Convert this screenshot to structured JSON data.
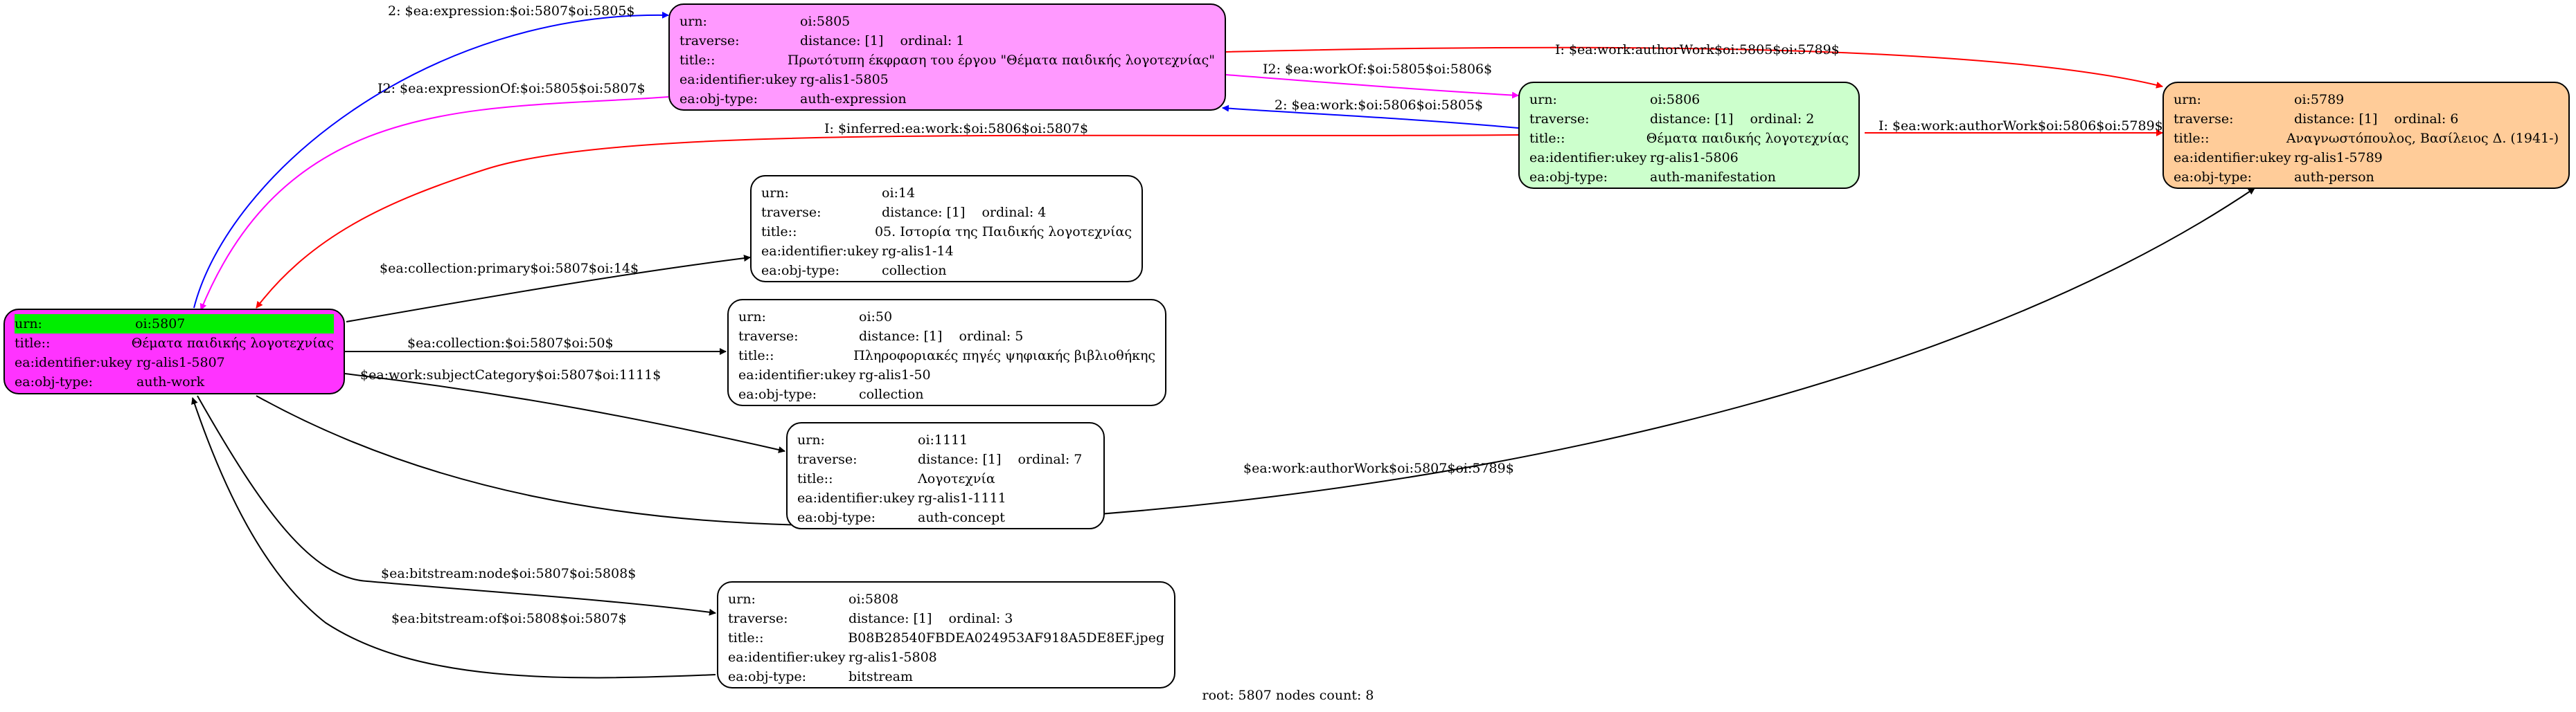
{
  "colors": {
    "root_fill": "#ff33ff",
    "expression_fill": "#ff99ff",
    "manifestation_fill": "#ccffcc",
    "person_fill": "#ffcc99",
    "highlight": "#00ee00",
    "edge_blue": "#0000ff",
    "edge_magenta": "#ff00ff",
    "edge_red": "#ff0000",
    "edge_black": "#000000"
  },
  "nodes": {
    "n5807": {
      "urn_key": "urn:",
      "urn": "oi:5807",
      "title_key": "title::",
      "title": "Θέματα παιδικής λογοτεχνίας",
      "ukey_key": "ea:identifier:ukey",
      "ukey": "rg-alis1-5807",
      "type_key": "ea:obj-type:",
      "type": "auth-work"
    },
    "n5805": {
      "urn_key": "urn:",
      "urn": "oi:5805",
      "traverse_key": "traverse:",
      "distance": "distance: [1]",
      "ordinal": "ordinal: 1",
      "title_key": "title::",
      "title": "Πρωτότυπη έκφραση του έργου \"Θέματα παιδικής λογοτεχνίας\"",
      "ukey_key": "ea:identifier:ukey",
      "ukey": "rg-alis1-5805",
      "type_key": "ea:obj-type:",
      "type": "auth-expression"
    },
    "n5806": {
      "urn_key": "urn:",
      "urn": "oi:5806",
      "traverse_key": "traverse:",
      "distance": "distance: [1]",
      "ordinal": "ordinal: 2",
      "title_key": "title::",
      "title": "Θέματα παιδικής λογοτεχνίας",
      "ukey_key": "ea:identifier:ukey",
      "ukey": "rg-alis1-5806",
      "type_key": "ea:obj-type:",
      "type": "auth-manifestation"
    },
    "n5789": {
      "urn_key": "urn:",
      "urn": "oi:5789",
      "traverse_key": "traverse:",
      "distance": "distance: [1]",
      "ordinal": "ordinal: 6",
      "title_key": "title::",
      "title": "Αναγνωστόπουλος, Βασίλειος Δ. (1941-)",
      "ukey_key": "ea:identifier:ukey",
      "ukey": "rg-alis1-5789",
      "type_key": "ea:obj-type:",
      "type": "auth-person"
    },
    "n14": {
      "urn_key": "urn:",
      "urn": "oi:14",
      "traverse_key": "traverse:",
      "distance": "distance: [1]",
      "ordinal": "ordinal: 4",
      "title_key": "title::",
      "title": "05. Ιστορία της Παιδικής λογοτεχνίας",
      "ukey_key": "ea:identifier:ukey",
      "ukey": "rg-alis1-14",
      "type_key": "ea:obj-type:",
      "type": "collection"
    },
    "n50": {
      "urn_key": "urn:",
      "urn": "oi:50",
      "traverse_key": "traverse:",
      "distance": "distance: [1]",
      "ordinal": "ordinal: 5",
      "title_key": "title::",
      "title": "Πληροφοριακές πηγές ψηφιακής βιβλιοθήκης",
      "ukey_key": "ea:identifier:ukey",
      "ukey": "rg-alis1-50",
      "type_key": "ea:obj-type:",
      "type": "collection"
    },
    "n1111": {
      "urn_key": "urn:",
      "urn": "oi:1111",
      "traverse_key": "traverse:",
      "distance": "distance: [1]",
      "ordinal": "ordinal: 7",
      "title_key": "title::",
      "title": "Λογοτεχνία",
      "ukey_key": "ea:identifier:ukey",
      "ukey": "rg-alis1-1111",
      "type_key": "ea:obj-type:",
      "type": "auth-concept"
    },
    "n5808": {
      "urn_key": "urn:",
      "urn": "oi:5808",
      "traverse_key": "traverse:",
      "distance": "distance: [1]",
      "ordinal": "ordinal: 3",
      "title_key": "title::",
      "title": "B08B28540FBDEA024953AF918A5DE8EF.jpeg",
      "ukey_key": "ea:identifier:ukey",
      "ukey": "rg-alis1-5808",
      "type_key": "ea:obj-type:",
      "type": "bitstream"
    }
  },
  "edges": {
    "expression": "2: $ea:expression:$oi:5807$oi:5805$",
    "expressionOf": "I2: $ea:expressionOf:$oi:5805$oi:5807$",
    "workOf": "I2: $ea:workOf:$oi:5805$oi:5806$",
    "work": "2: $ea:work:$oi:5806$oi:5805$",
    "authorWork_5805": "I: $ea:work:authorWork$oi:5805$oi:5789$",
    "authorWork_5806": "I: $ea:work:authorWork$oi:5806$oi:5789$",
    "inferred": "I: $inferred:ea:work:$oi:5806$oi:5807$",
    "collection_primary": "$ea:collection:primary$oi:5807$oi:14$",
    "collection": "$ea:collection:$oi:5807$oi:50$",
    "subjectCategory": "$ea:work:subjectCategory$oi:5807$oi:1111$",
    "authorWork_5807": "$ea:work:authorWork$oi:5807$oi:5789$",
    "bitstream_node": "$ea:bitstream:node$oi:5807$oi:5808$",
    "bitstream_of": "$ea:bitstream:of$oi:5808$oi:5807$"
  },
  "footer": "root: 5807 nodes count: 8"
}
